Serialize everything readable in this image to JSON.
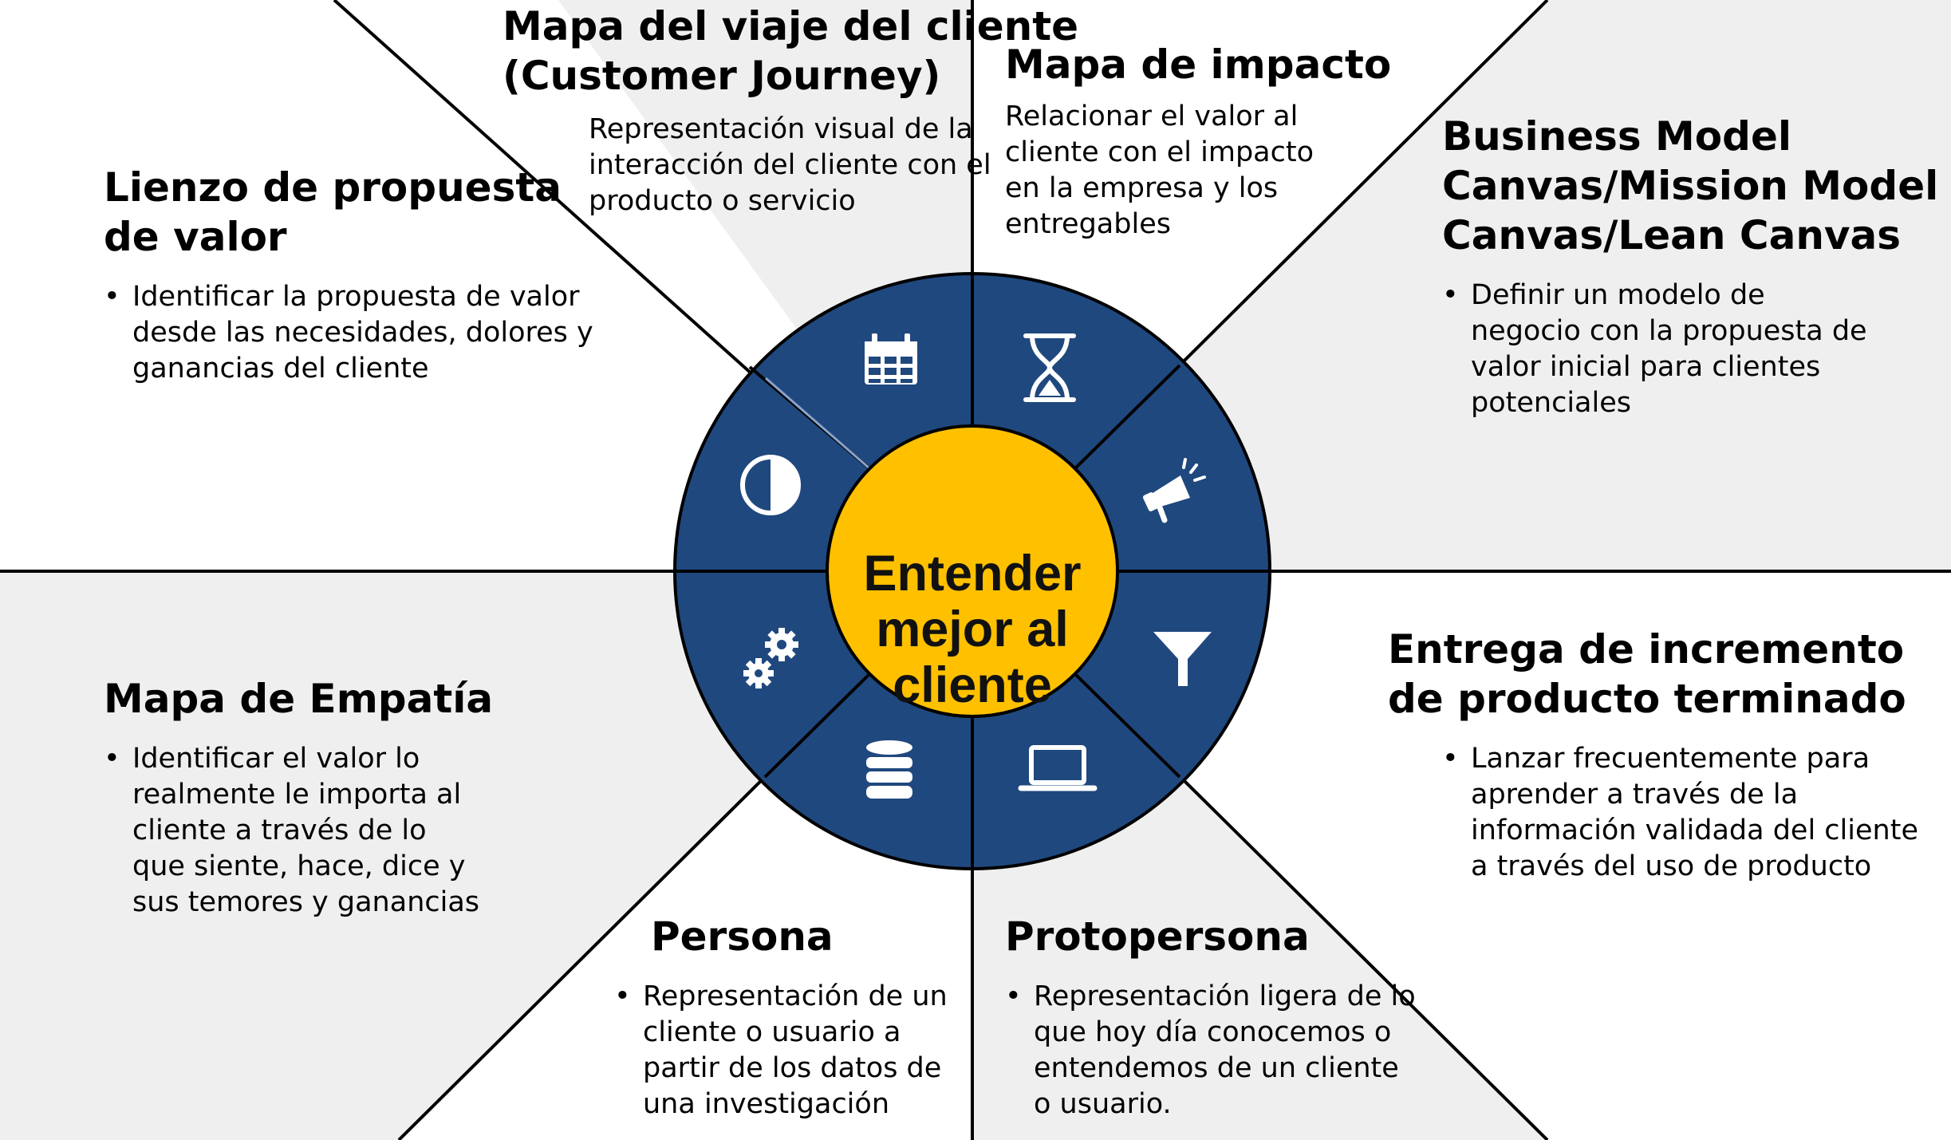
{
  "center": {
    "lines": [
      "Entender",
      "mejor al",
      "cliente"
    ]
  },
  "colors": {
    "ring": "#1f487e",
    "center": "#ffc000",
    "gray_panel": "#efefef",
    "lines": "#000000",
    "icons": "#ffffff"
  },
  "segments": [
    {
      "id": "lienzo",
      "icon": "pie-chart-icon",
      "title": [
        "Lienzo de propuesta",
        "de valor"
      ],
      "bullets": [
        [
          "Identificar la propuesta de valor",
          "desde las necesidades, dolores y",
          "ganancias del cliente"
        ]
      ]
    },
    {
      "id": "journey",
      "icon": "calendar-icon",
      "title": [
        "Mapa del viaje del cliente",
        "(Customer Journey)"
      ],
      "body": [
        "Representación visual de la",
        "interacción del cliente con el",
        "producto o servicio"
      ]
    },
    {
      "id": "impacto",
      "icon": "hourglass-icon",
      "title": [
        "Mapa de impacto"
      ],
      "body": [
        "Relacionar el valor al",
        "cliente con el impacto",
        "en la empresa y los",
        "entregables"
      ]
    },
    {
      "id": "canvas",
      "icon": "megaphone-icon",
      "title": [
        "Business Model",
        "Canvas/Mission Model",
        "Canvas/Lean Canvas"
      ],
      "bullets": [
        [
          "Definir un modelo de",
          "negocio con la propuesta de",
          "valor inicial para clientes",
          "potenciales"
        ]
      ]
    },
    {
      "id": "entrega",
      "icon": "funnel-icon",
      "title": [
        "Entrega de incremento",
        "de producto terminado"
      ],
      "bullets": [
        [
          "Lanzar frecuentemente para",
          "aprender a través de la",
          "información validada del cliente",
          "a través del uso de producto"
        ]
      ]
    },
    {
      "id": "protopersona",
      "icon": "laptop-icon",
      "title": [
        "Protopersona"
      ],
      "bullets": [
        [
          "Representación ligera de lo",
          "que hoy día conocemos o",
          "entendemos de un cliente",
          "o usuario."
        ]
      ]
    },
    {
      "id": "persona",
      "icon": "database-icon",
      "title": [
        "Persona"
      ],
      "bullets": [
        [
          "Representación de un",
          "cliente o usuario  a",
          "partir de los datos de",
          "una investigación"
        ]
      ]
    },
    {
      "id": "empatia",
      "icon": "gears-icon",
      "title": [
        "Mapa de Empatía"
      ],
      "bullets": [
        [
          "Identificar el valor lo",
          "realmente le importa al",
          "cliente a través de lo",
          "que siente, hace, dice y",
          "sus temores y ganancias"
        ]
      ]
    }
  ]
}
